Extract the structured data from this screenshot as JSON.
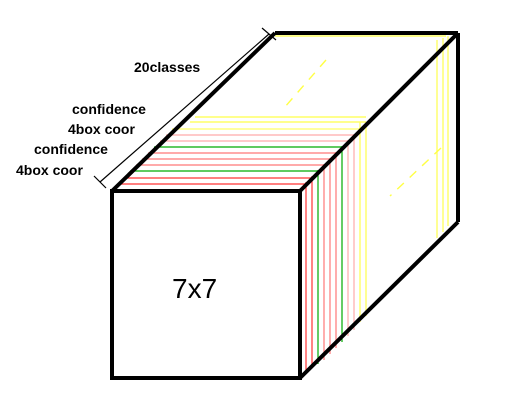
{
  "labels": {
    "classes": "20classes",
    "confidence_1": "confidence",
    "box_coor_1": "4box coor",
    "confidence_2": "confidence",
    "box_coor_2": "4box coor",
    "front_face": "7x7"
  },
  "colors": {
    "outline": "#000000",
    "classes_slab": "#ffff66",
    "confidence_1": "#00aa00",
    "box_coor_1": "#ff7777",
    "confidence_2": "#00aa00",
    "box_coor_2": "#ff3333",
    "dash": "#ffff44"
  },
  "slab_order_front_to_back": [
    "box_coor_2",
    "confidence_2",
    "box_coor_1",
    "confidence_1",
    "classes"
  ]
}
